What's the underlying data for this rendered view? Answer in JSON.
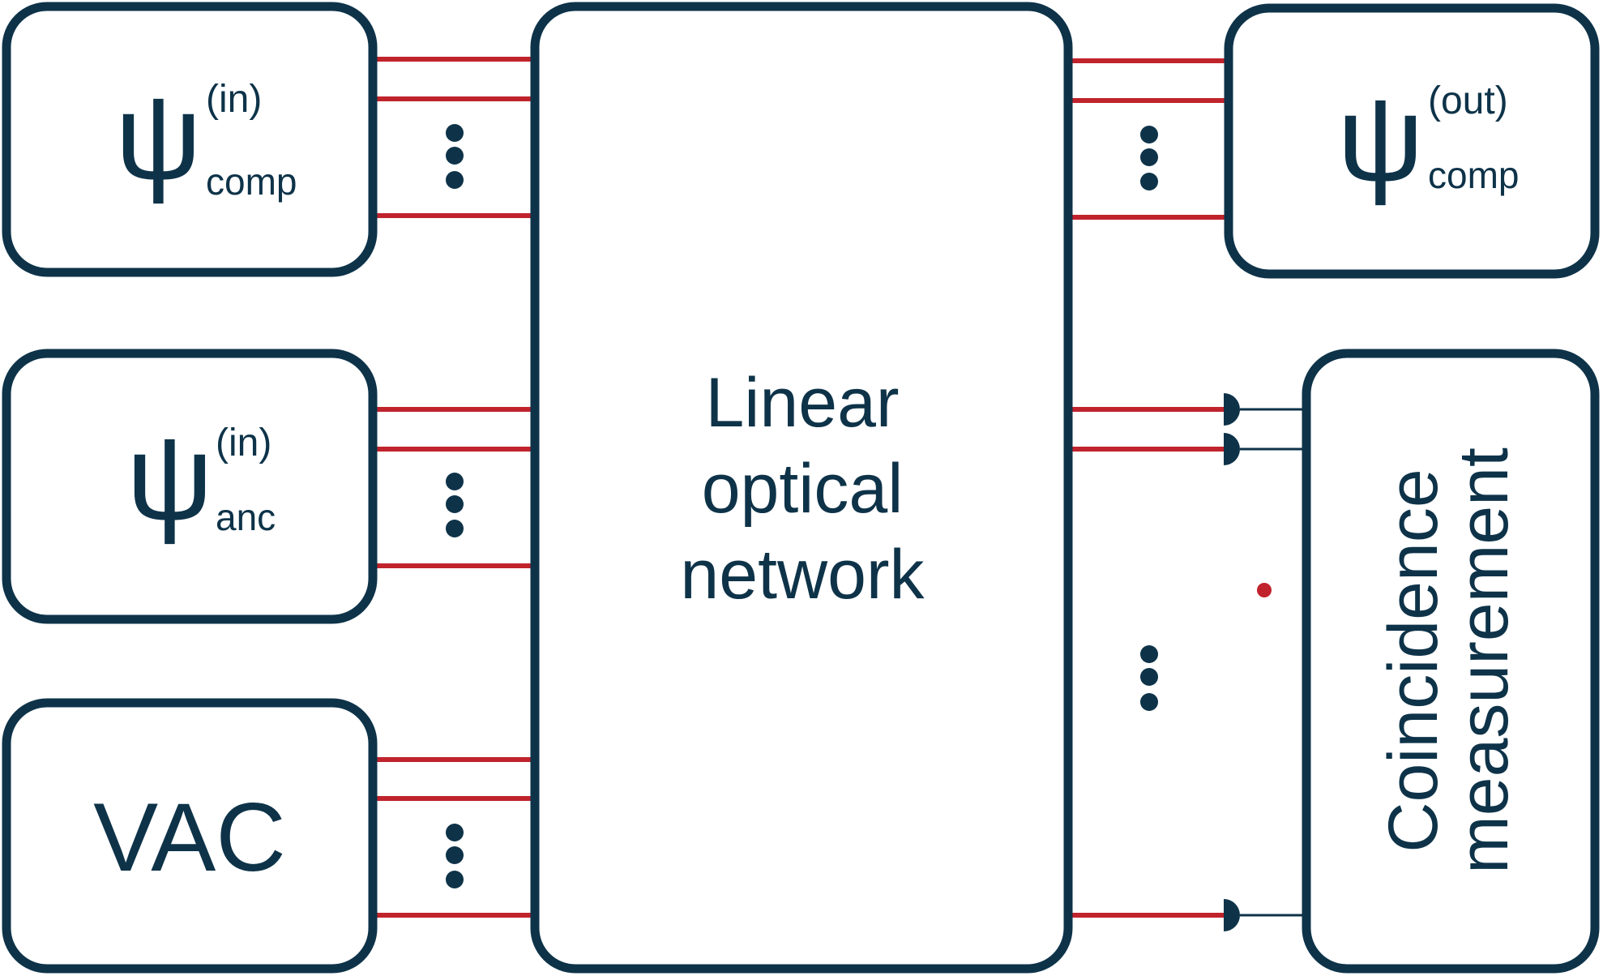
{
  "colors": {
    "box_stroke": "#0e3349",
    "mode_line": "#c0232c",
    "text": "#0e3349",
    "background": "#ffffff"
  },
  "boxes": {
    "comp_in": {
      "symbol": "ψ",
      "superscript": "(in)",
      "subscript": "comp"
    },
    "anc_in": {
      "symbol": "ψ",
      "superscript": "(in)",
      "subscript": "anc"
    },
    "vac": {
      "label": "VAC"
    },
    "network": {
      "line1": "Linear",
      "line2": "optical",
      "line3": "network"
    },
    "comp_out": {
      "symbol": "ψ",
      "superscript": "(out)",
      "subscript": "comp"
    },
    "coincidence": {
      "line1": "Coincidence",
      "line2": "measurement"
    }
  },
  "icons": {
    "detector": "half-disc-detector-icon",
    "ellipsis": "vertical-ellipsis-icon"
  }
}
